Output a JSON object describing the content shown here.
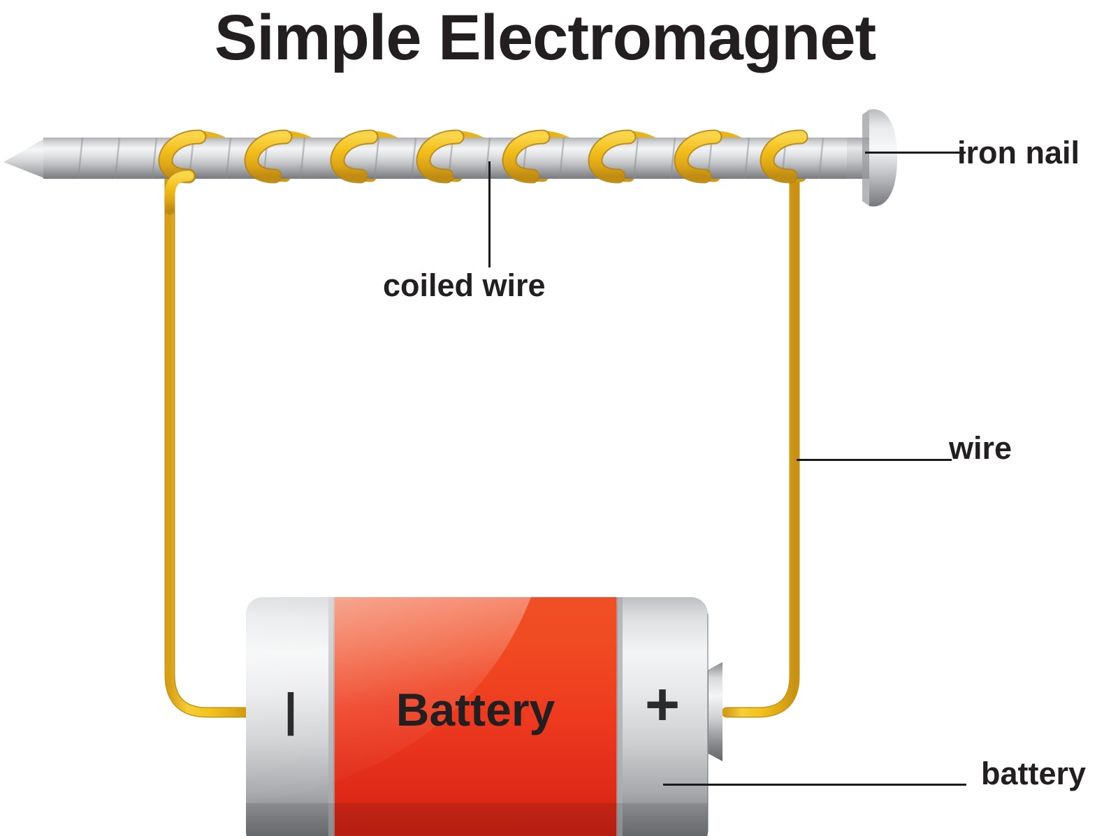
{
  "title": "Simple Electromagnet",
  "labels": {
    "iron_nail": "iron nail",
    "coiled_wire": "coiled wire",
    "wire": "wire",
    "battery": "battery"
  },
  "battery": {
    "body_text": "Battery",
    "negative_symbol": "|",
    "positive_symbol": "+"
  },
  "colors": {
    "title_text": "#231f20",
    "label_text": "#231f20",
    "leader_line": "#1a1a1a",
    "wire_yellow": "#f2c014",
    "wire_yellow_dark": "#d9a017",
    "wire_yellow_light": "#fcd84a",
    "nail_metal_light": "#f2f3f4",
    "nail_metal_mid": "#c6c8ca",
    "nail_metal_dark": "#8a8c8f",
    "battery_red": "#ee3a24",
    "battery_red_dark": "#cf2118",
    "battery_silver_light": "#f4f5f6",
    "battery_silver_mid": "#c9cbcd",
    "battery_silver_dark": "#6d6f72",
    "background": "#ffffff"
  },
  "diagram": {
    "type": "labeled-schematic",
    "subject": "simple electromagnet circuit",
    "components": [
      {
        "name": "iron-nail",
        "label": "iron nail"
      },
      {
        "name": "coiled-wire",
        "label": "coiled wire"
      },
      {
        "name": "wire",
        "label": "wire"
      },
      {
        "name": "battery",
        "label": "battery"
      }
    ],
    "coil_turns": 8
  }
}
